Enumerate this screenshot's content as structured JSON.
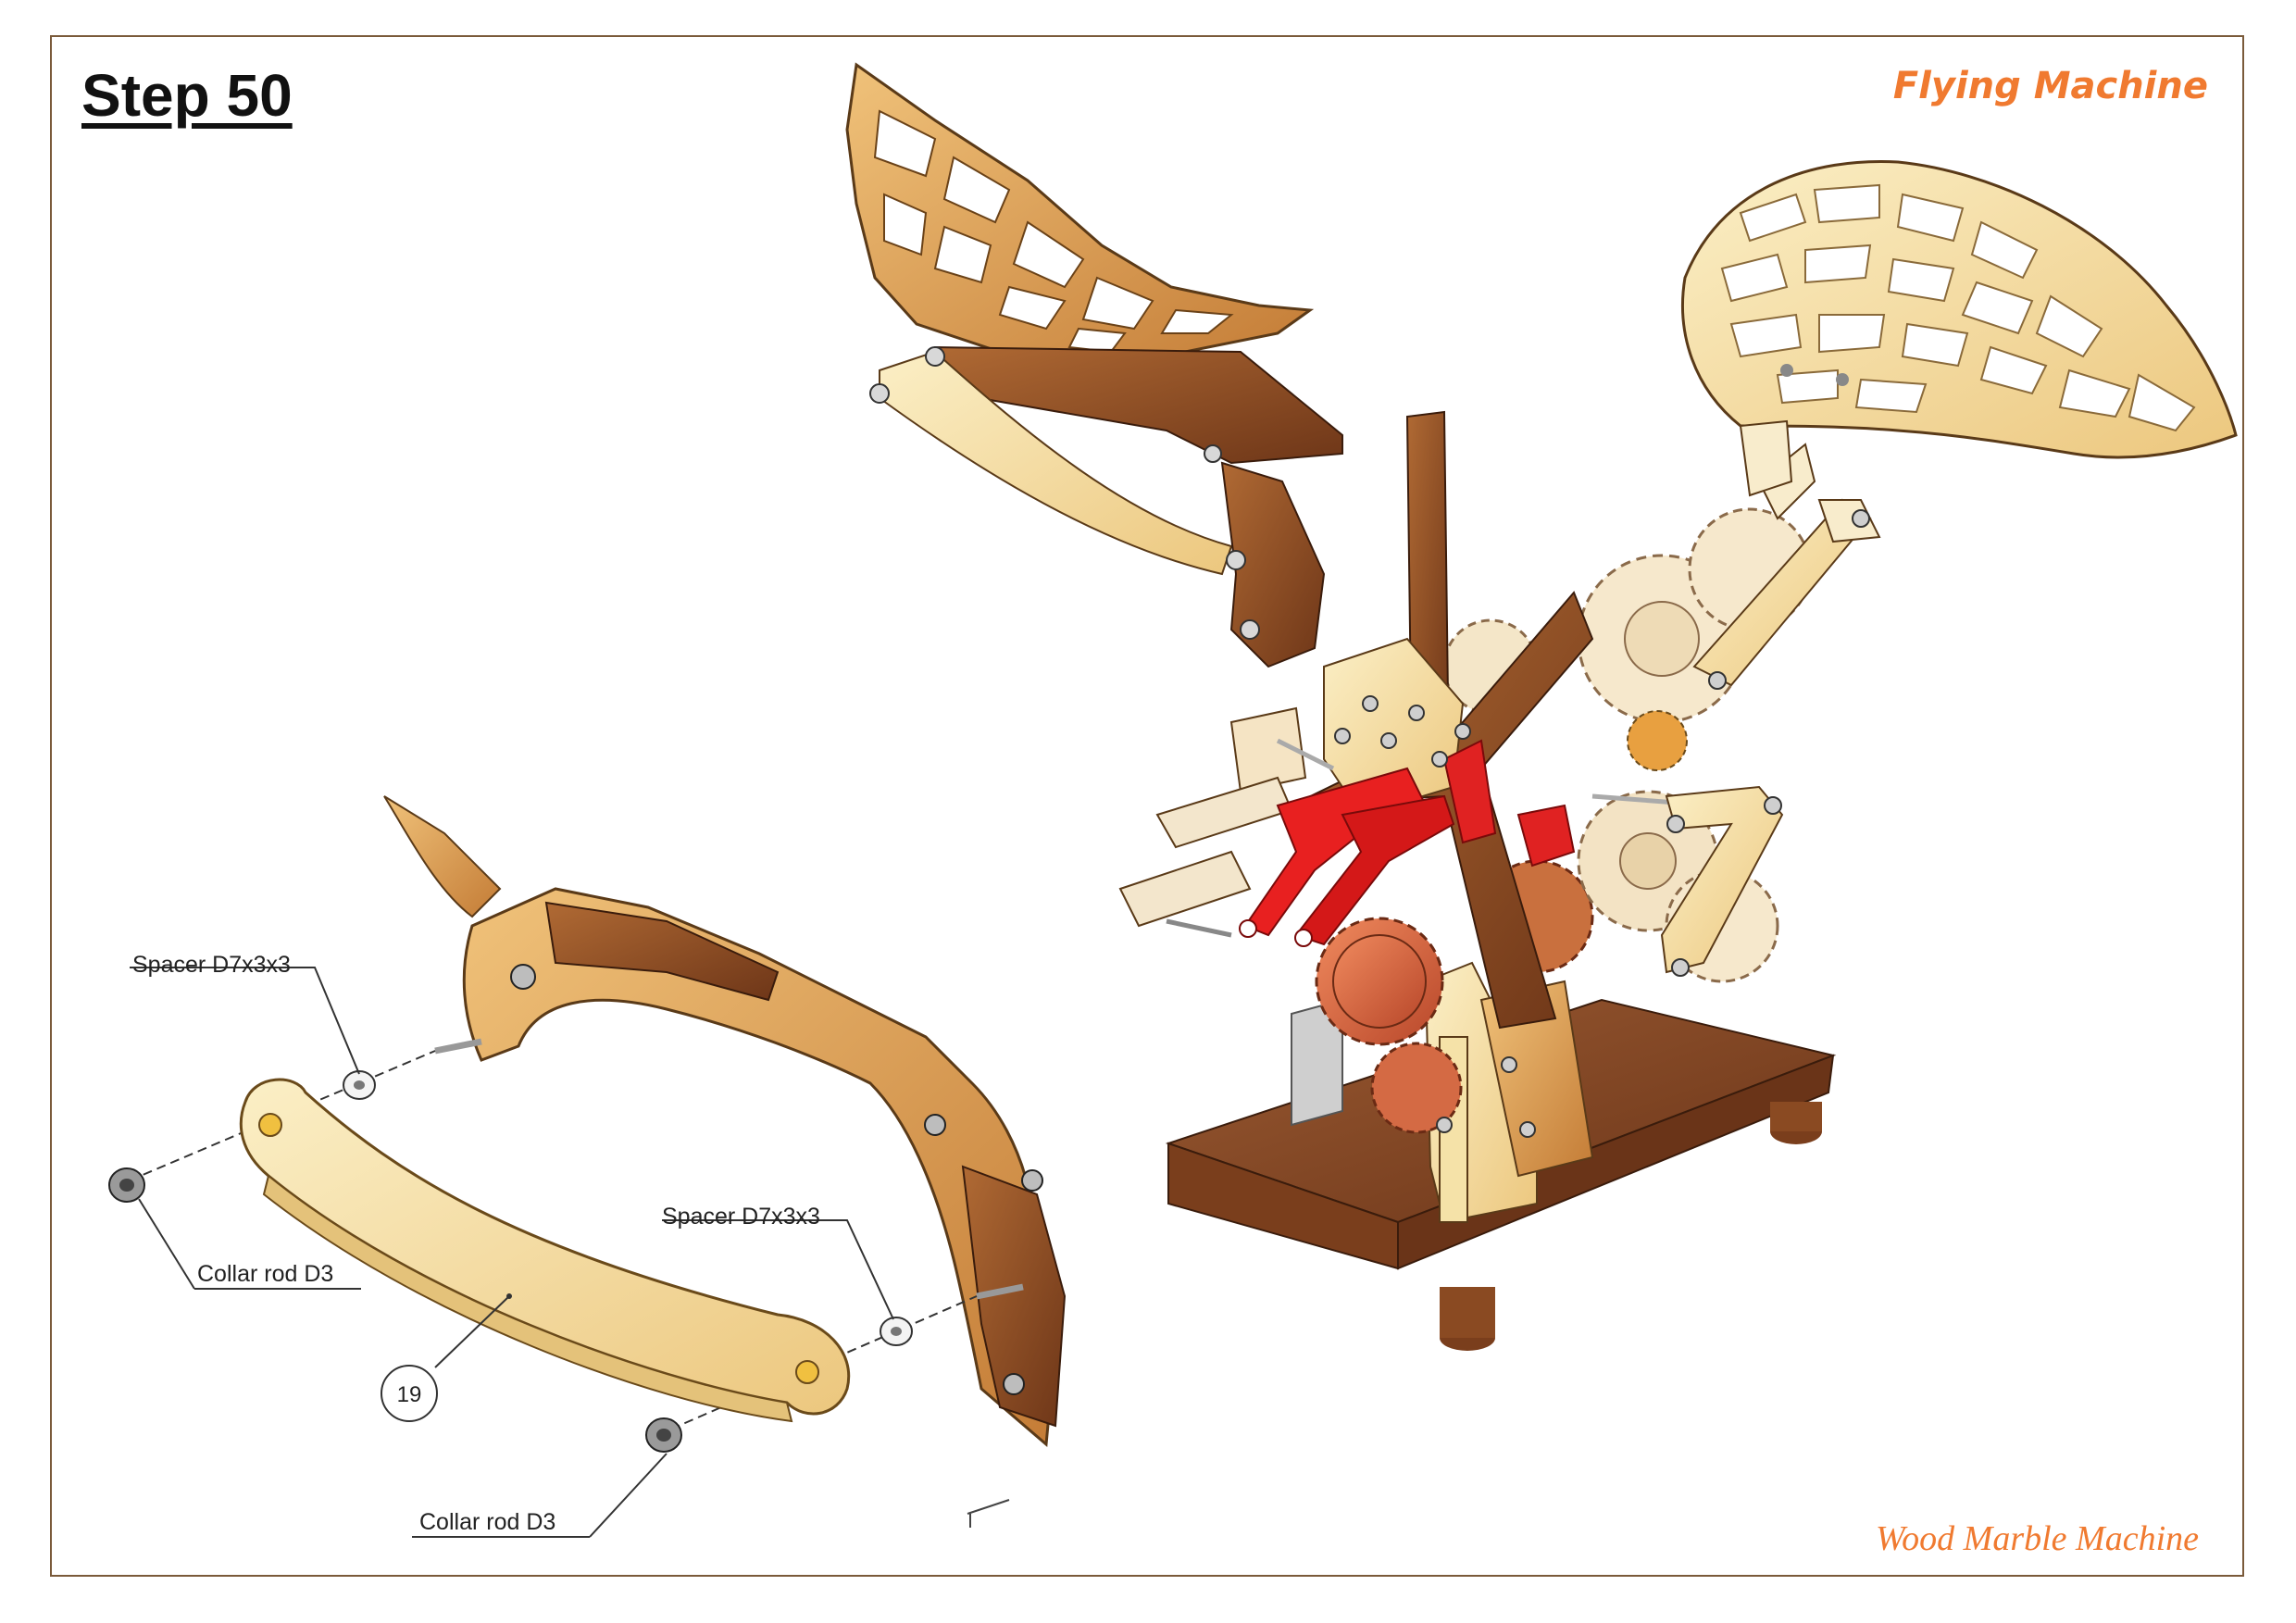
{
  "header": {
    "step_title": "Step 50",
    "project_title": "Flying Machine"
  },
  "footer": {
    "brand": "Wood Marble Machine"
  },
  "callouts": {
    "spacer_top": "Spacer D7x3x3",
    "spacer_bottom": "Spacer D7x3x3",
    "collar_left": "Collar rod D3",
    "collar_bottom": "Collar rod D3"
  },
  "balloon": {
    "part_number": "19"
  },
  "colors": {
    "accent": "#f07a30",
    "frame": "#7a5a3a",
    "highlight_part": "#e82020",
    "light_wood": "#f5e2a8",
    "mid_wood": "#d9a05a",
    "dark_wood": "#8a4a22"
  }
}
